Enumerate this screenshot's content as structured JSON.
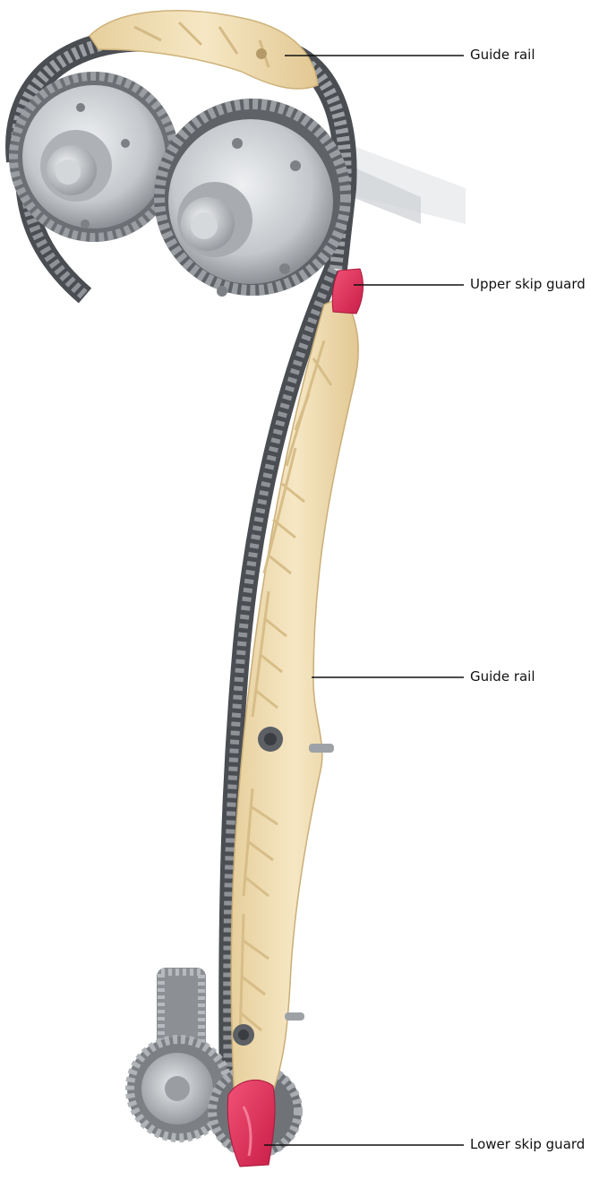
{
  "labels": {
    "guide_rail_top": "Guide rail",
    "upper_skip_guard": "Upper skip guard",
    "guide_rail_main": "Guide rail",
    "lower_skip_guard": "Lower skip guard"
  },
  "colors": {
    "guide_rail": "#F0DDB0",
    "skip_guard": "#E8305A",
    "sprocket": "#BFC2C6",
    "chain": "#4A4D52"
  }
}
